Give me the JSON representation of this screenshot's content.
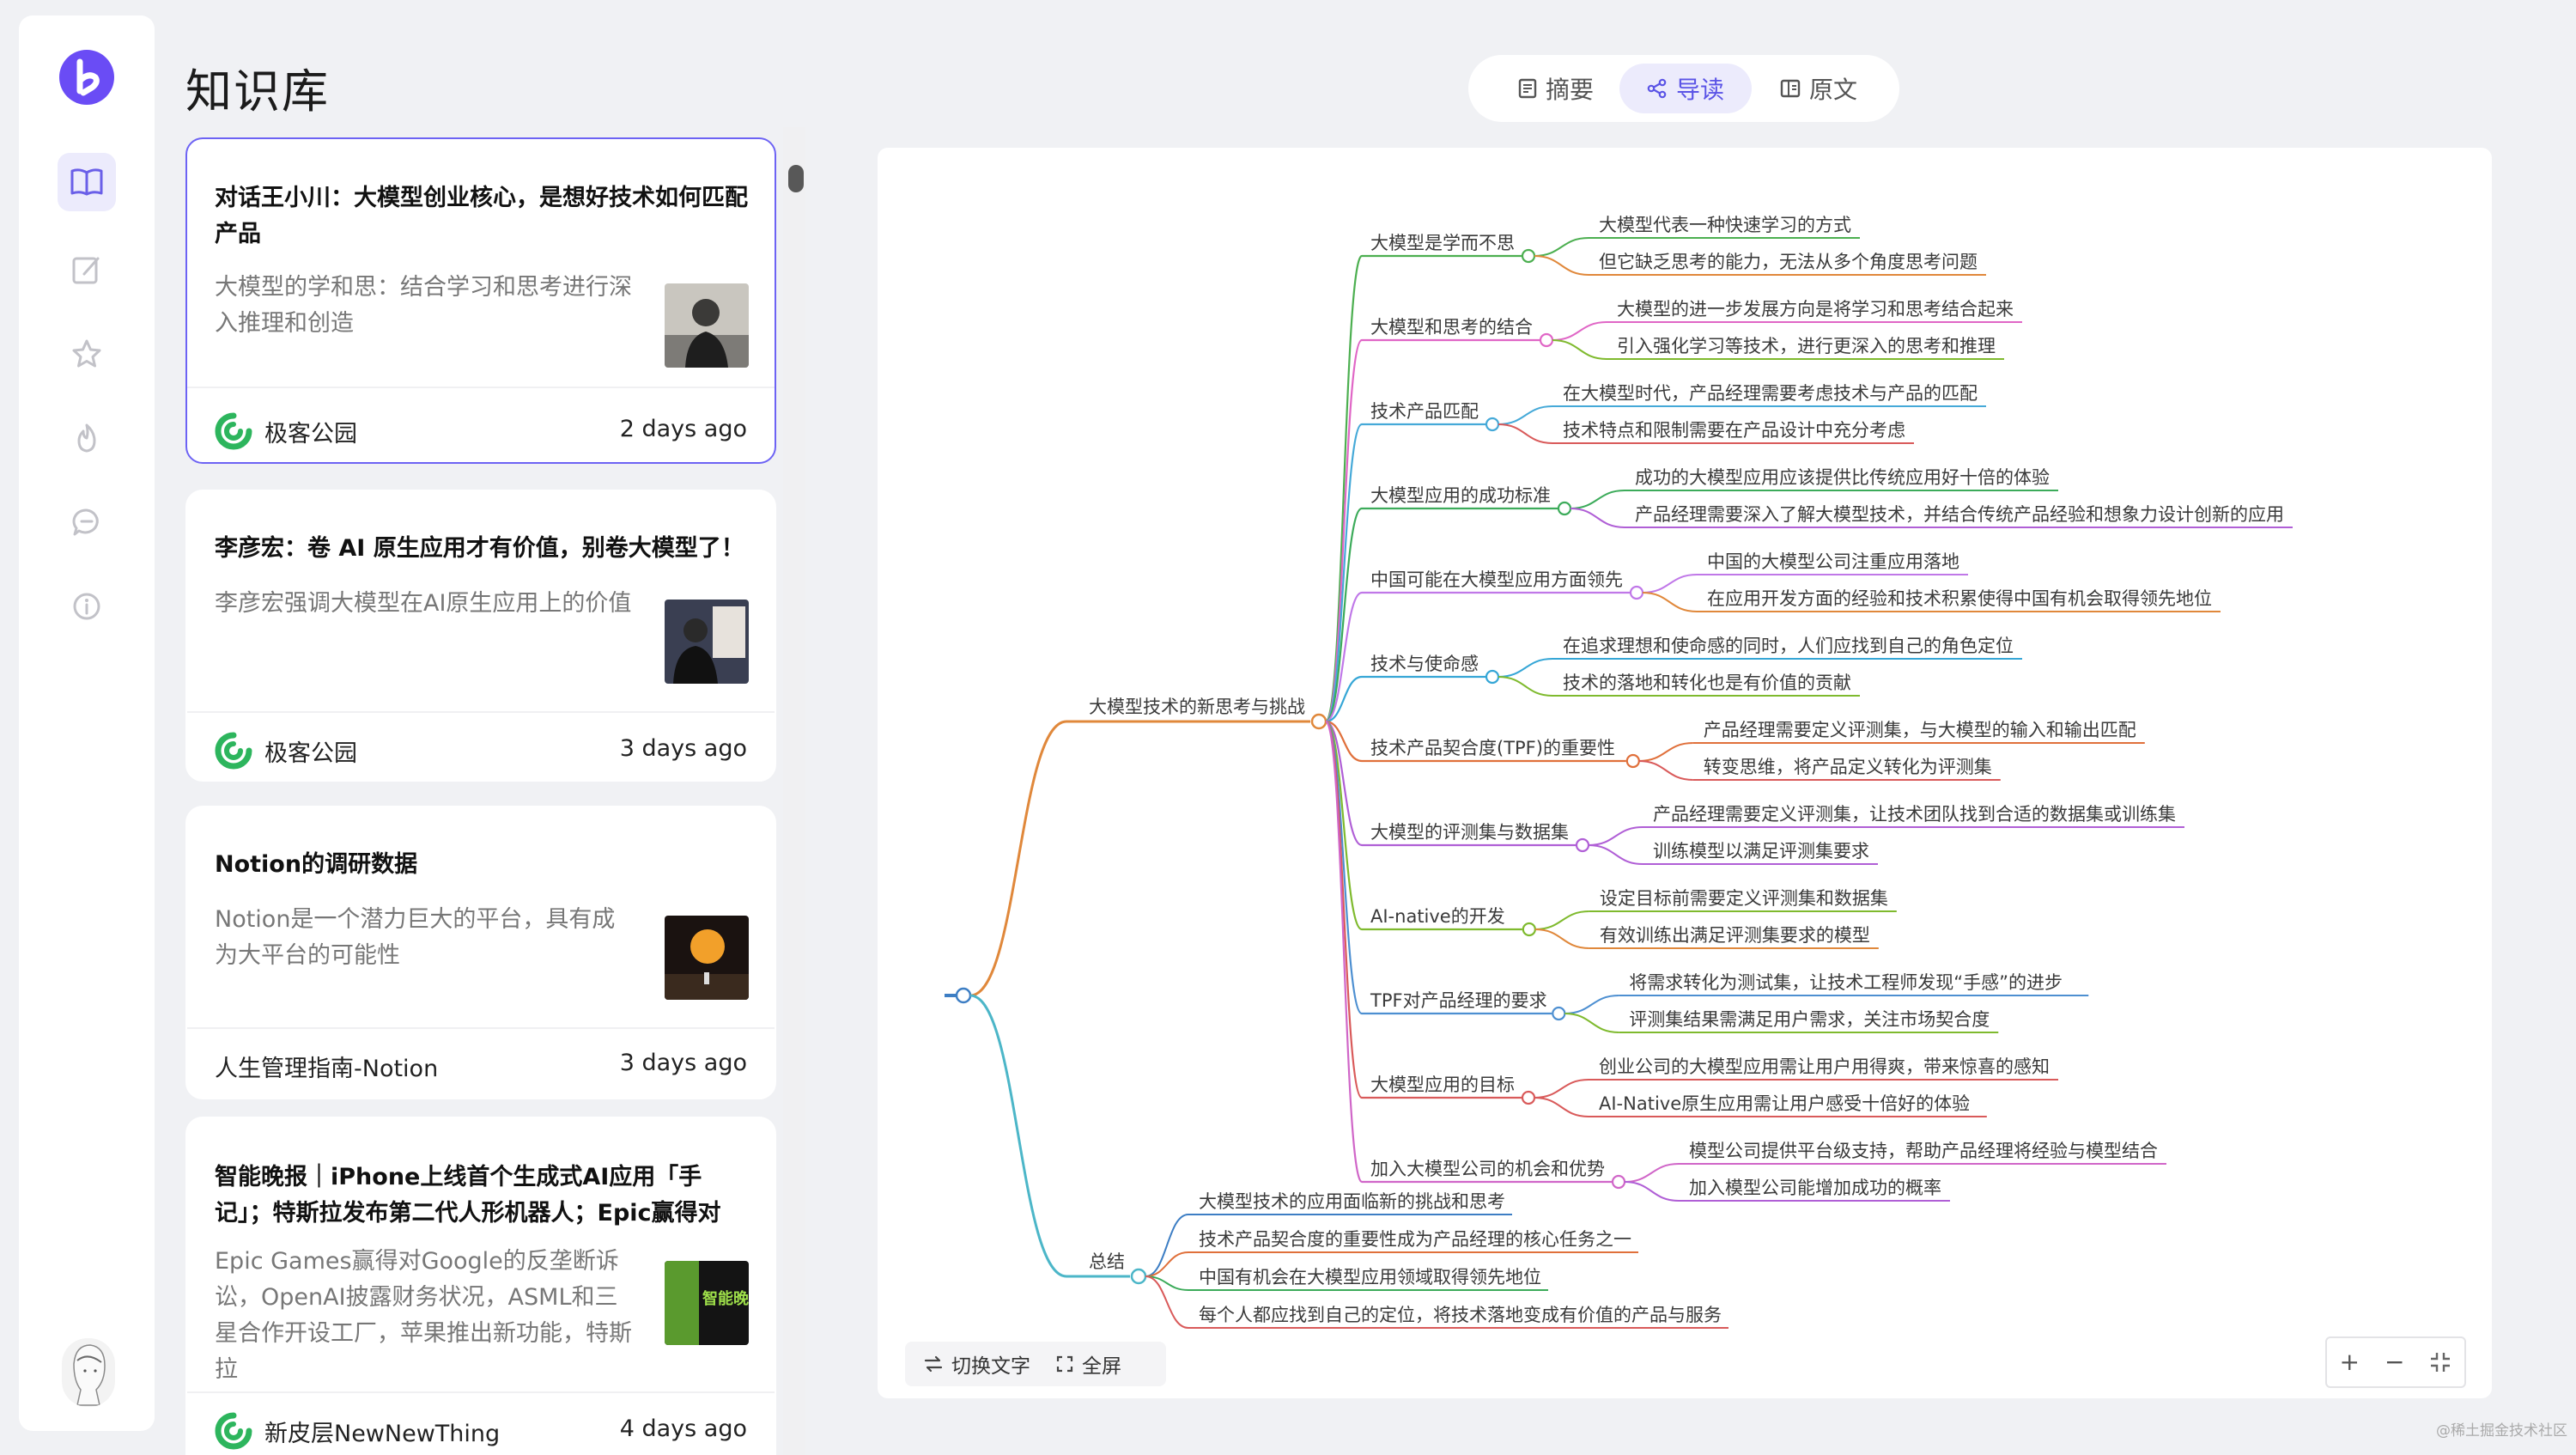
{
  "app": {
    "page_title": "知识库",
    "watermark": "@稀土掘金技术社区"
  },
  "tabs": [
    {
      "label": "摘要",
      "icon": "document-icon",
      "active": false
    },
    {
      "label": "导读",
      "icon": "share-icon",
      "active": true
    },
    {
      "label": "原文",
      "icon": "book-icon",
      "active": false
    }
  ],
  "articles": [
    {
      "title": "对话王小川：大模型创业核心，是想好技术如何匹配产品",
      "summary": "大模型的学和思：结合学习和思考进行深入推理和创造",
      "source": "极客公园",
      "time": "2 days ago"
    },
    {
      "title": "李彦宏：卷 AI 原生应用才有价值，别卷大模型了！",
      "summary": "李彦宏强调大模型在AI原生应用上的价值",
      "source": "极客公园",
      "time": "3 days ago"
    },
    {
      "title": "Notion的调研数据",
      "summary": "Notion是一个潜力巨大的平台，具有成为大平台的可能性",
      "source": "人生管理指南-Notion",
      "time": "3 days ago"
    },
    {
      "title": "智能晚报｜iPhone上线首个生成式AI应用「手记」；特斯拉发布第二代人形机器人；Epic赢得对",
      "summary": "Epic Games赢得对Google的反垄断诉讼，OpenAI披露财务状况，ASML和三星合作开设工厂，苹果推出新功能，特斯拉",
      "source": "新皮层NewNewThing",
      "time": "4 days ago"
    }
  ],
  "thumb_text": "智能晚报",
  "toolbar": {
    "toggle_text": "切换文字",
    "fullscreen": "全屏",
    "zoom_in": "+",
    "zoom_out": "−"
  },
  "mindmap": {
    "main": "大模型技术的新思考与挑战",
    "summary": "总结",
    "topics": [
      {
        "label": "大模型是学而不思",
        "color": "#4caf50",
        "children": [
          "大模型代表一种快速学习的方式",
          "但它缺乏思考的能力，无法从多个角度思考问题"
        ]
      },
      {
        "label": "大模型和思考的结合",
        "color": "#e066c6",
        "children": [
          "大模型的进一步发展方向是将学习和思考结合起来",
          "引入强化学习等技术，进行更深入的思考和推理"
        ]
      },
      {
        "label": "技术产品匹配",
        "color": "#45a9d8",
        "children": [
          "在大模型时代，产品经理需要考虑技术与产品的匹配",
          "技术特点和限制需要在产品设计中充分考虑"
        ]
      },
      {
        "label": "大模型应用的成功标准",
        "color": "#3cab5a",
        "children": [
          "成功的大模型应用应该提供比传统应用好十倍的体验",
          "产品经理需要深入了解大模型技术，并结合传统产品经验和想象力设计创新的应用"
        ]
      },
      {
        "label": "中国可能在大模型应用方面领先",
        "color": "#c078e8",
        "children": [
          "中国的大模型公司注重应用落地",
          "在应用开发方面的经验和技术积累使得中国有机会取得领先地位"
        ]
      },
      {
        "label": "技术与使命感",
        "color": "#35a6d6",
        "children": [
          "在追求理想和使命感的同时，人们应找到自己的角色定位",
          "技术的落地和转化也是有价值的贡献"
        ]
      },
      {
        "label": "技术产品契合度(TPF)的重要性",
        "color": "#e0703b",
        "children": [
          "产品经理需要定义评测集，与大模型的输入和输出匹配",
          "转变思维，将产品定义转化为评测集"
        ]
      },
      {
        "label": "大模型的评测集与数据集",
        "color": "#b05fd6",
        "children": [
          "产品经理需要定义评测集，让技术团队找到合适的数据集或训练集",
          "训练模型以满足评测集要求"
        ]
      },
      {
        "label": "AI-native的开发",
        "color": "#7fba2e",
        "children": [
          "设定目标前需要定义评测集和数据集",
          "有效训练出满足评测集要求的模型"
        ]
      },
      {
        "label": "TPF对产品经理的要求",
        "color": "#4d8fd1",
        "children": [
          "将需求转化为测试集，让技术工程师发现“手感”的进步",
          "评测集结果需满足用户需求，关注市场契合度"
        ]
      },
      {
        "label": "大模型应用的目标",
        "color": "#d95a5a",
        "children": [
          "创业公司的大模型应用需让用户用得爽，带来惊喜的感知",
          "AI-Native原生应用需让用户感受十倍好的体验"
        ]
      },
      {
        "label": "加入大模型公司的机会和优势",
        "color": "#d066c8",
        "children": [
          "模型公司提供平台级支持，帮助产品经理将经验与模型结合",
          "加入模型公司能增加成功的概率"
        ]
      }
    ],
    "summary_items": [
      "大模型技术的应用面临新的挑战和思考",
      "技术产品契合度的重要性成为产品经理的核心任务之一",
      "中国有机会在大模型应用领域取得领先地位",
      "每个人都应找到自己的定位，将技术落地变成有价值的产品与服务"
    ],
    "colors": {
      "main": "#e0883b",
      "summary": "#4cb6c8",
      "root": "#3d7ec4"
    }
  }
}
